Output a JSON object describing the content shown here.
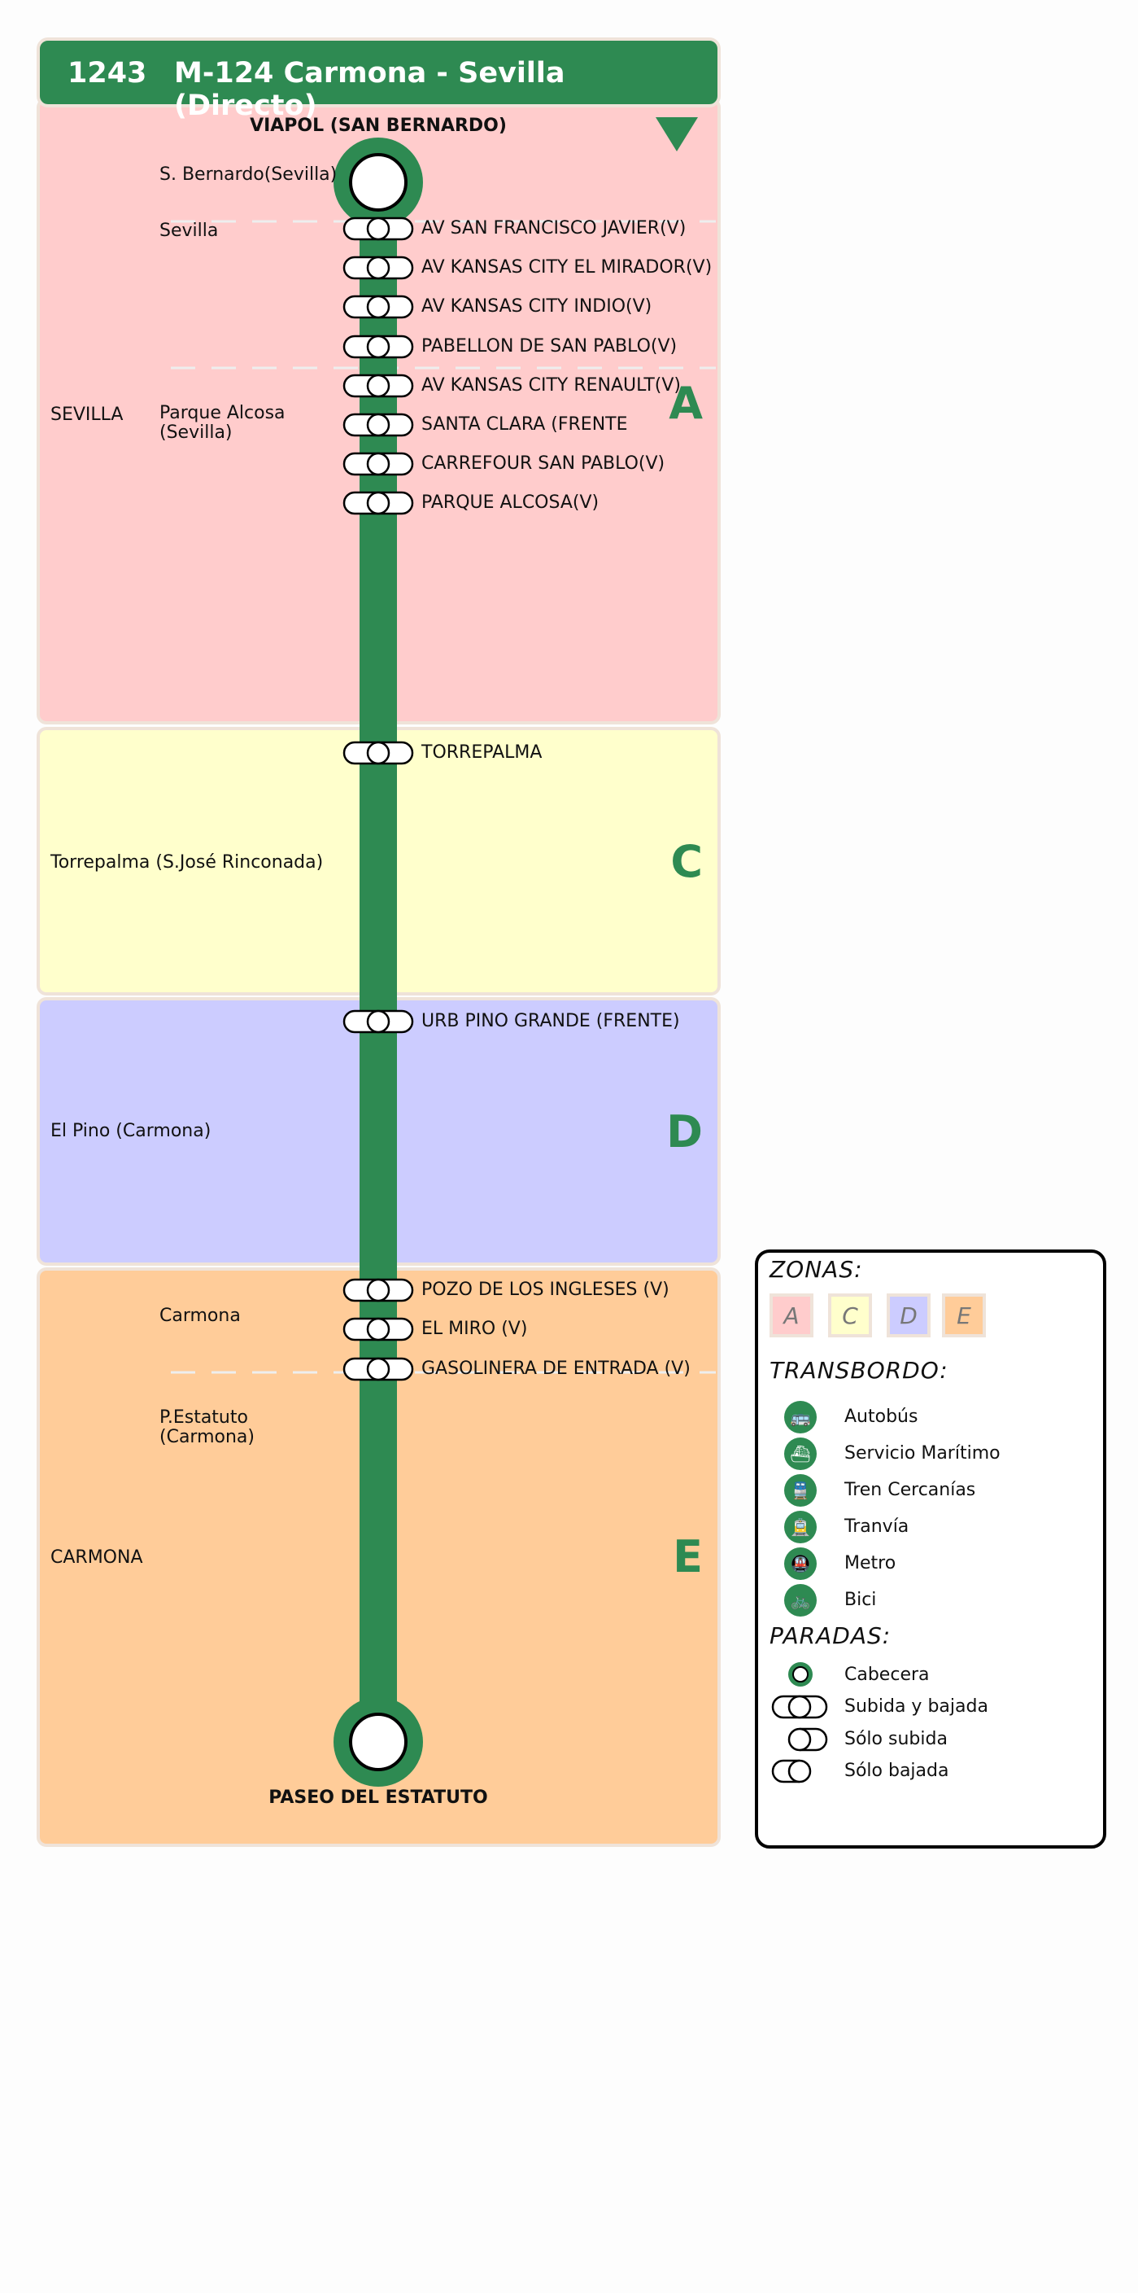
{
  "header": {
    "line_code": "1243",
    "line_name": "M-124 Carmona - Sevilla (Directo)"
  },
  "colors": {
    "line": "#2e8a52",
    "zone_A": "#ffcccc",
    "zone_C": "#ffffcc",
    "zone_D": "#ccccff",
    "zone_E": "#ffcc99"
  },
  "zones": [
    {
      "letter": "A"
    },
    {
      "letter": "C"
    },
    {
      "letter": "D"
    },
    {
      "letter": "E"
    }
  ],
  "terminals": {
    "start": "VIAPOL (SAN BERNARDO)",
    "end": "PASEO DEL ESTATUTO"
  },
  "stops": [
    "AV SAN FRANCISCO JAVIER(V)",
    "AV KANSAS CITY EL MIRADOR(V)",
    "AV KANSAS CITY INDIO(V)",
    "PABELLON DE SAN PABLO(V)",
    "AV KANSAS CITY RENAULT(V)",
    "SANTA CLARA (FRENTE",
    "CARREFOUR SAN PABLO(V)",
    "PARQUE ALCOSA(V)",
    "TORREPALMA",
    "URB PINO GRANDE (FRENTE)",
    "POZO DE LOS INGLESES (V)",
    "EL MIRO (V)",
    "GASOLINERA DE ENTRADA (V)"
  ],
  "localities": {
    "s_bernardo": "S. Bernardo(Sevilla)",
    "sevilla": "Sevilla",
    "sevilla_muni": "SEVILLA",
    "parque_alcosa_1": "Parque Alcosa",
    "parque_alcosa_2": "(Sevilla)",
    "torrepalma": "Torrepalma (S.José Rinconada)",
    "el_pino": "El Pino (Carmona)",
    "carmona": "Carmona",
    "p_estatuto_1": "P.Estatuto",
    "p_estatuto_2": "(Carmona)",
    "carmona_muni": "CARMONA"
  },
  "legend": {
    "zonas_title": "ZONAS:",
    "zona_letters": [
      "A",
      "C",
      "D",
      "E"
    ],
    "transbordo_title": "TRANSBORDO:",
    "transbordo": [
      {
        "label": "Autobús",
        "icon": "bus-icon"
      },
      {
        "label": "Servicio Marítimo",
        "icon": "ferry-icon"
      },
      {
        "label": "Tren Cercanías",
        "icon": "train-icon"
      },
      {
        "label": "Tranvía",
        "icon": "tram-icon"
      },
      {
        "label": "Metro",
        "icon": "metro-icon"
      },
      {
        "label": "Bici",
        "icon": "bike-icon"
      }
    ],
    "paradas_title": "PARADAS:",
    "paradas": [
      "Cabecera",
      "Subida y bajada",
      "Sólo subida",
      "Sólo bajada"
    ]
  }
}
